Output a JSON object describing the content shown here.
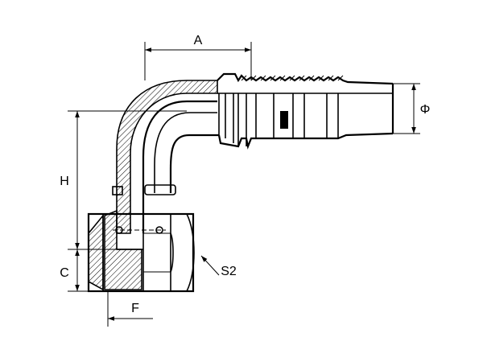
{
  "dimensions": {
    "a": "A",
    "h": "H",
    "c": "C",
    "f": "F",
    "s2": "S2",
    "phi": "Φ"
  },
  "colors": {
    "line": "#000000",
    "background": "#ffffff"
  }
}
